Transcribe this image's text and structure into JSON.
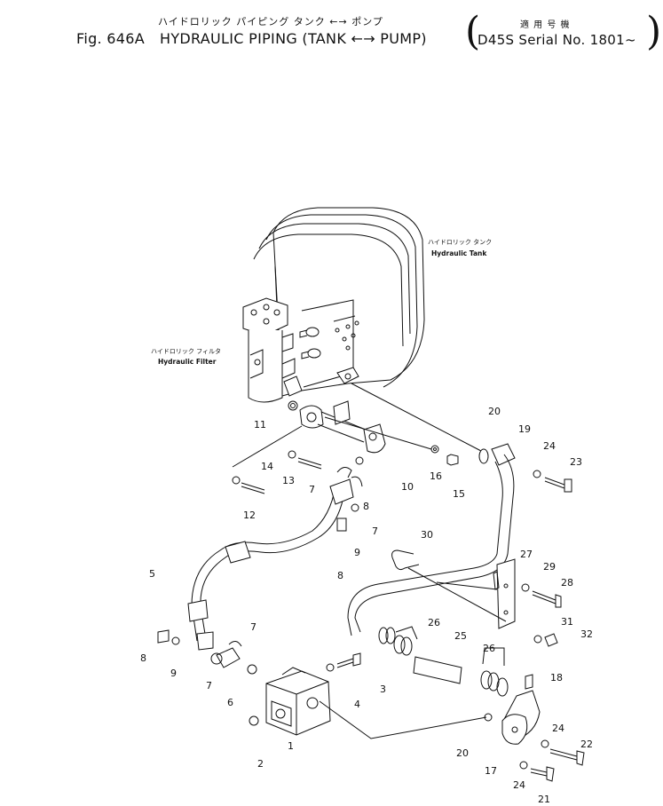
{
  "header": {
    "fig_no": "Fig. 646A",
    "title_jp": "ハイドロリック パイピング タンク ←→ ポンプ",
    "title_en": "HYDRAULIC PIPING (TANK ←→ PUMP)",
    "serial_jp": "適 用 号 機",
    "serial_en": "D45S Serial No. 1801~"
  },
  "callouts": {
    "tank_jp": "ハイドロリック タンク",
    "tank_en": "Hydraulic Tank",
    "filter_jp": "ハイドロリック フィルタ",
    "filter_en": "Hydraulic Filter"
  },
  "part_numbers": [
    "11",
    "14",
    "13",
    "12",
    "7",
    "8",
    "9",
    "7",
    "8",
    "10",
    "16",
    "15",
    "20",
    "19",
    "24",
    "23",
    "5",
    "30",
    "27",
    "29",
    "28",
    "31",
    "32",
    "8",
    "9",
    "7",
    "7",
    "6",
    "3",
    "4",
    "26",
    "25",
    "26",
    "18",
    "2",
    "1",
    "20",
    "17",
    "24",
    "22",
    "24",
    "21"
  ]
}
